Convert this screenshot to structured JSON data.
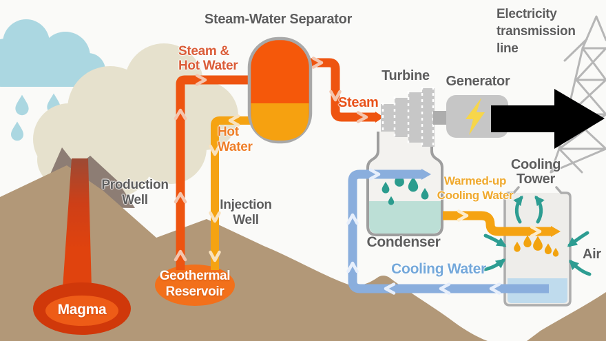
{
  "labels": {
    "separator_title": "Steam-Water Separator",
    "steam_hot_water": [
      "Steam &",
      "Hot Water"
    ],
    "hot_water": [
      "Hot",
      "Water"
    ],
    "steam": "Steam",
    "turbine": "Turbine",
    "generator": "Generator",
    "electricity": [
      "Electricity",
      "transmission",
      "line"
    ],
    "production_well": [
      "Production",
      "Well"
    ],
    "injection_well": [
      "Injection",
      "Well"
    ],
    "geothermal_reservoir": [
      "Geothermal",
      "Reservoir"
    ],
    "magma": "Magma",
    "condenser": "Condenser",
    "warmed_up": [
      "Warmed-up",
      "Cooling Water"
    ],
    "cooling_water": "Cooling Water",
    "cooling_tower": [
      "Cooling",
      "Tower"
    ],
    "air": "Air"
  },
  "colors": {
    "hot_red": "#ee5410",
    "hot_orange": "#f5a312",
    "cooling_blue": "#8aaedd",
    "teal": "#2d9d92",
    "cloud_blue": "#abd7e1",
    "steam_beige": "#e6e1cd",
    "mountain_brown": "#b29878",
    "volcano_gray": "#8d7d74",
    "magma_red": "#d63a0a",
    "machine_gray": "#c7c7c7",
    "electricity_yellow": "#f7d64a",
    "label_gray": "#5d5d5d",
    "arrow_black": "#000000"
  },
  "icons": {
    "generator_bolt_icon": "lightning",
    "flow_chevron_icon": "chevron",
    "electricity_arrow_icon": "right-arrow",
    "raindrop_icon": "teardrop"
  }
}
